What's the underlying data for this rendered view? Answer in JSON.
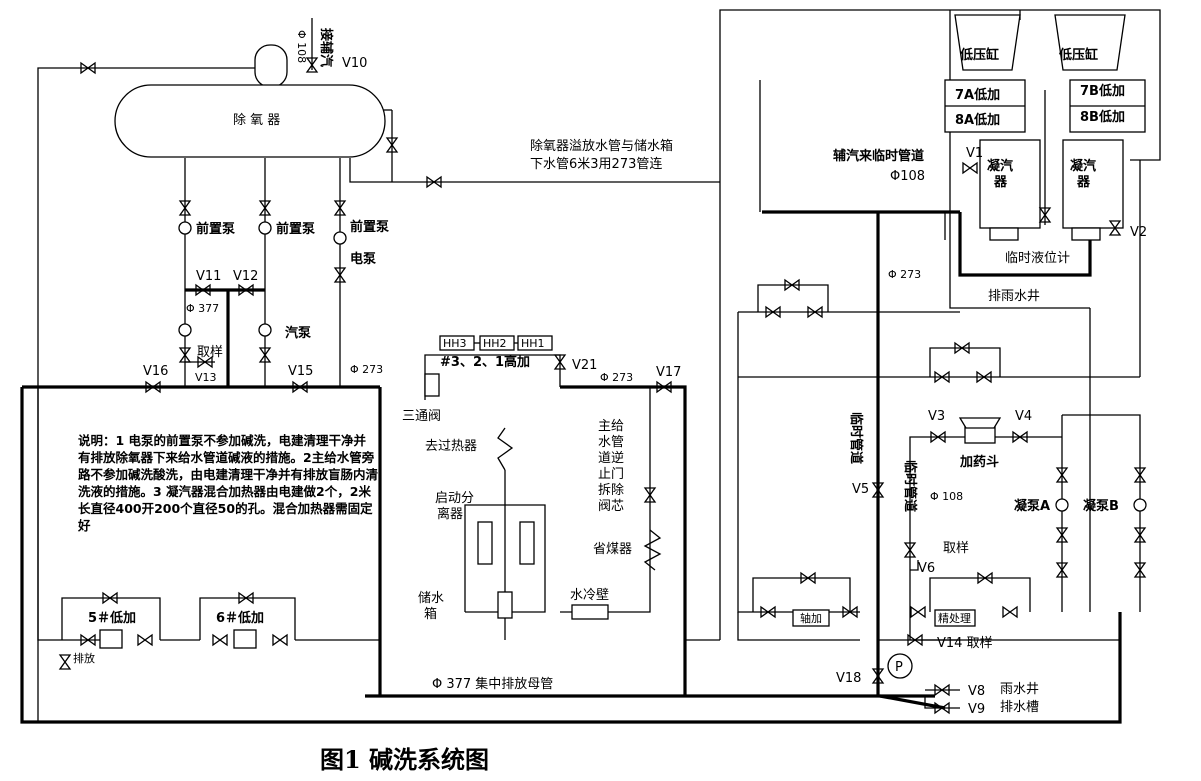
{
  "caption": "图1  碱洗系统图",
  "note": "说明：1 电泵的前置泵不参加碱洗，电建清理干净并有排放除氧器下来给水管道碱液的措施。2主给水管旁路不参加碱洗酸洗，由电建清理干净并有排放盲肠内清洗液的措施。3 凝汽器混合加热器由电建做2个，2米长直径400开200个直径50的孔。混合加热器需固定好",
  "components": {
    "deaerator": "除 氧 器",
    "aux_steam_top": "接辅汽",
    "dia108_top": "Φ 108",
    "prepump1": "前置泵",
    "prepump2": "前置泵",
    "prepump3": "前置泵",
    "elec_pump": "电泵",
    "steam_pump": "汽泵",
    "sampling_left": "取样",
    "dia377_left": "Φ 377",
    "dia273_left": "Φ 273",
    "hh3": "HH3",
    "hh2": "HH2",
    "hh1": "HH1",
    "hp_heaters": "#3、2、1高加",
    "dia273_mid": "Φ 273",
    "three_way": "三通阀",
    "to_superheater": "去过热器",
    "startup_sep": "启动分离器",
    "storage_tank": "储水箱",
    "water_wall": "水冷壁",
    "economizer": "省煤器",
    "check_valve_note": "主给水管道逆止门拆除阀芯",
    "lp5": "5＃低加",
    "lp6": "6＃低加",
    "drain_left": "排放",
    "header377": "Φ 377  集中排放母管",
    "overflow_note_1": "除氧器溢放水管与储水箱",
    "overflow_note_2": "下水管6米3用273管连",
    "aux_temp_pipe": "辅汽来临时管道",
    "dia108_right": "Φ108",
    "lpcyl_a": "低压缸",
    "lpcyl_b": "低压缸",
    "lp7a": "7A低加",
    "lp8a": "8A低加",
    "lp7b": "7B低加",
    "lp8b": "8B低加",
    "cond_a": "凝汽器",
    "cond_b": "凝汽器",
    "level_gauge": "临时液位计",
    "dia273_right": "Φ 273",
    "rain_well": "排雨水井",
    "temp_pipe_1": "临时管道",
    "temp_pipe_2": "临时管道",
    "dia108_mid": "Φ 108",
    "dosing": "加药斗",
    "cp_a": "凝泵A",
    "cp_b": "凝泵B",
    "sampling_v6": "取样",
    "shaft_heater": "轴加",
    "polisher": "精处理",
    "v14_label": "V14 取样",
    "pump_p": "P",
    "v8_dest_1": "雨水井",
    "v9_dest_2": "排水槽"
  },
  "valves": {
    "v10": "V10",
    "v11": "V11",
    "v12": "V12",
    "v13": "V13",
    "v15": "V15",
    "v16": "V16",
    "v17": "V17",
    "v21": "V21",
    "v1": "V1",
    "v2": "V2",
    "v3": "V3",
    "v4": "V4",
    "v5": "V5",
    "v6": "V6",
    "v8": "V8",
    "v9": "V9",
    "v18": "V18"
  }
}
